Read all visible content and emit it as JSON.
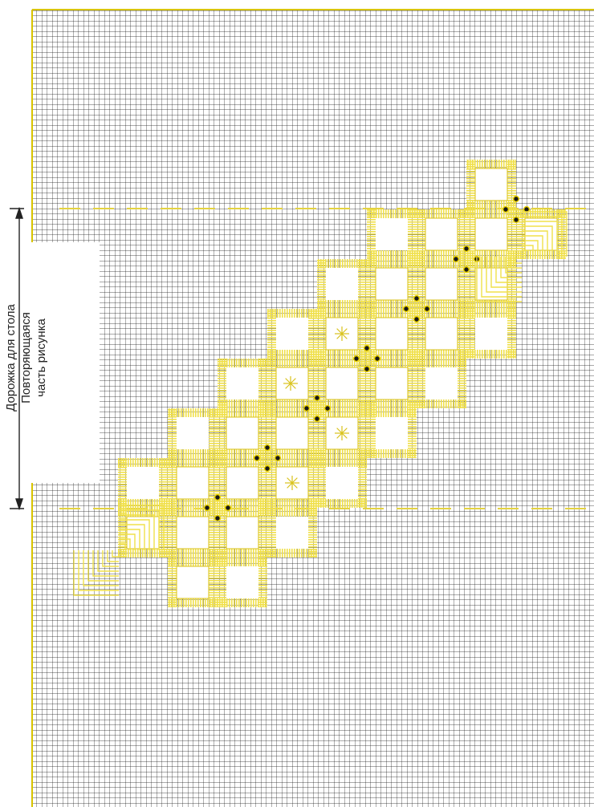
{
  "label": {
    "title": "Дорожка для стола",
    "subtitle_line1": "Повторяющаяся",
    "subtitle_line2": "часть рисунка"
  },
  "colors": {
    "background": "#ffffff",
    "grid": "#1a1a1a",
    "border": "#d8c400",
    "stitch": "#f0e04a",
    "stitch_dark": "#d9c21a",
    "dot_fill": "#1a1a1a",
    "dot_ring": "#e8d000",
    "dash": "#e4d240",
    "arrow": "#222222"
  },
  "icons": {
    "hole_dot": "eyelet-dot-icon",
    "star": "star-stitch-icon",
    "arrow_up": "arrow-up-icon",
    "arrow_down": "arrow-down-icon"
  }
}
